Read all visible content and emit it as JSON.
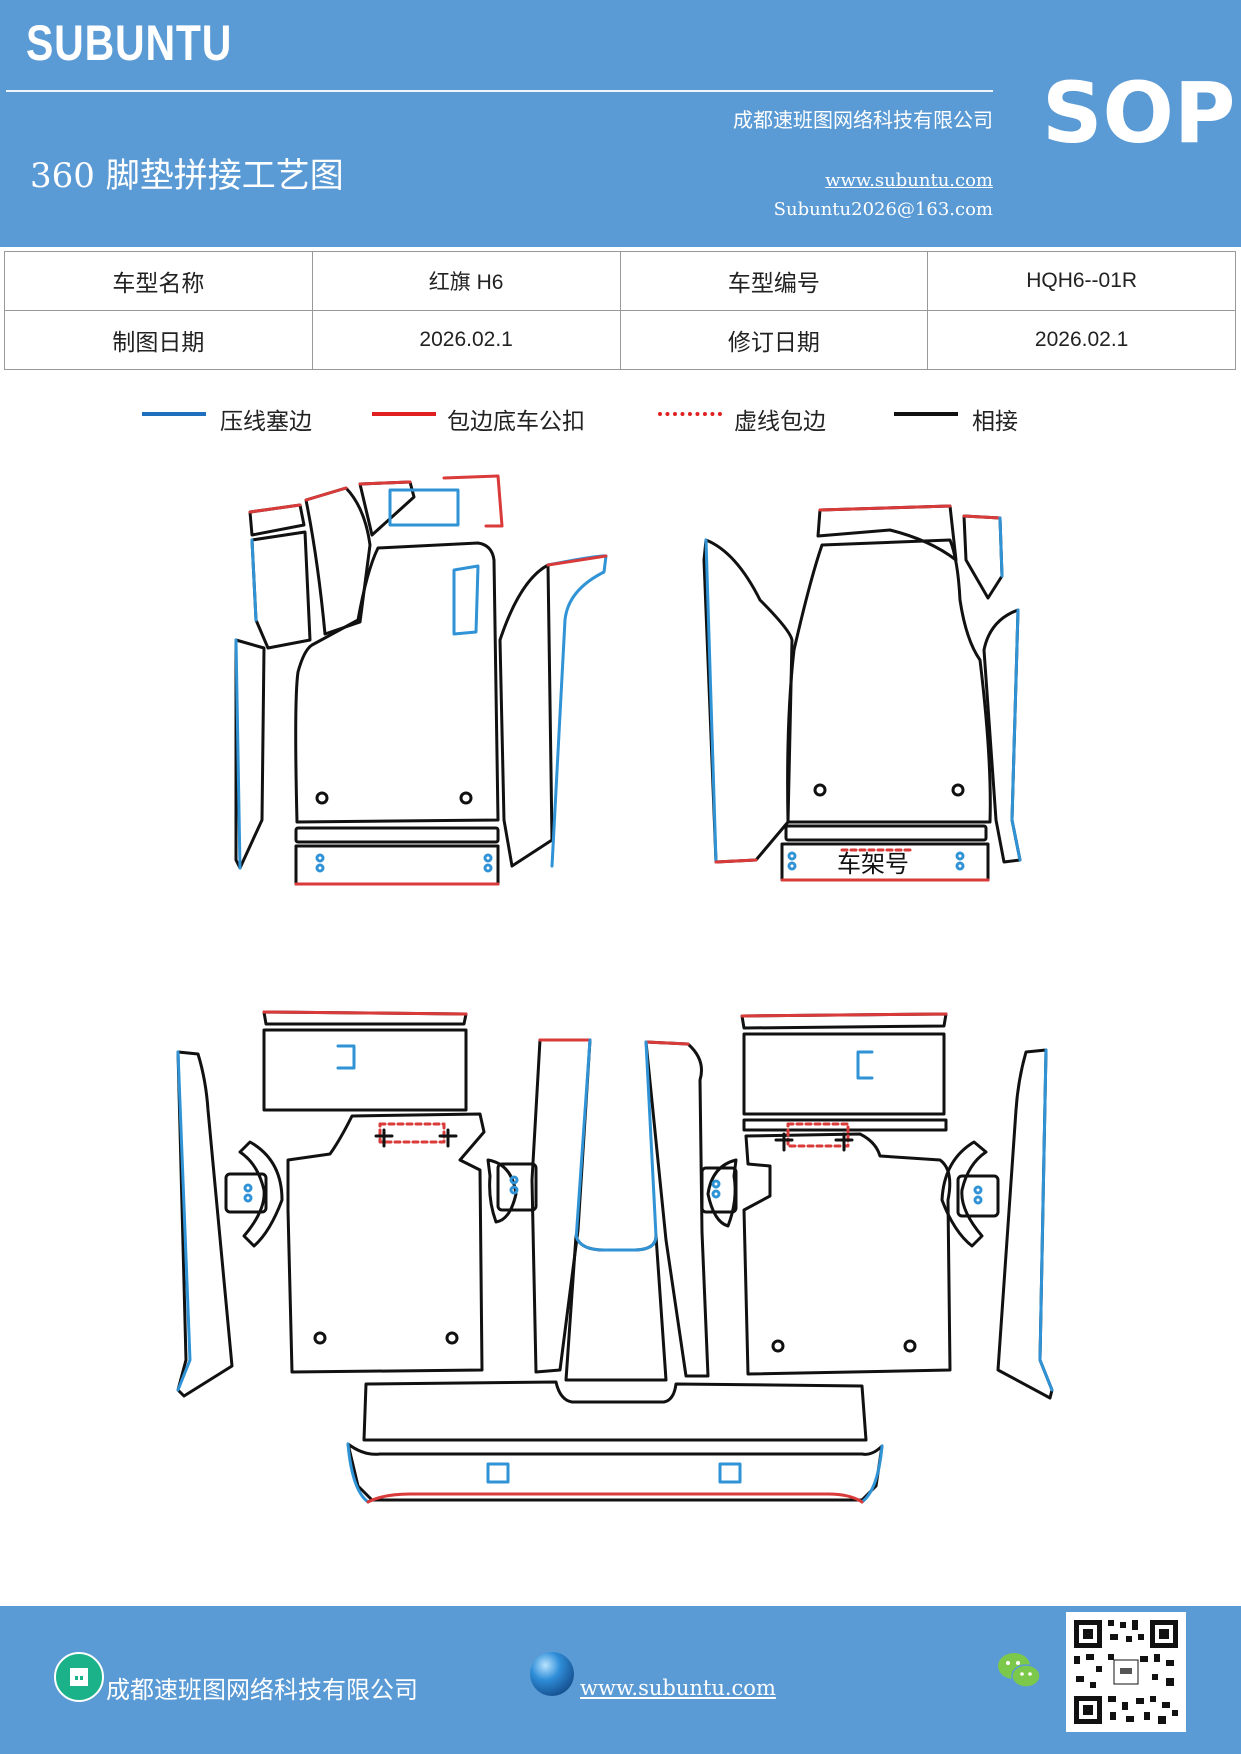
{
  "header": {
    "brand": "SUBUNTU",
    "title": "360 脚垫拼接工艺图",
    "company": "成都速班图网络科技有限公司",
    "website": "www.subuntu.com",
    "email": "Subuntu2026@163.com",
    "badge": "SOP"
  },
  "info": {
    "model_name_label": "车型名称",
    "model_name": "红旗 H6",
    "model_code_label": "车型编号",
    "model_code": "HQH6--01R",
    "draw_date_label": "制图日期",
    "draw_date": "2026.02.1",
    "revise_date_label": "修订日期",
    "revise_date": "2026.02.1"
  },
  "legend": [
    {
      "label": "压线塞边",
      "color": "#1f6fbf",
      "style": "solid"
    },
    {
      "label": "包边底车公扣",
      "color": "#e02020",
      "style": "solid"
    },
    {
      "label": "虚线包边",
      "color": "#e02020",
      "style": "dashed"
    },
    {
      "label": "相接",
      "color": "#111111",
      "style": "solid"
    }
  ],
  "drawing": {
    "frame_label": "车架号",
    "blue": "#2f93d6",
    "red": "#d93a3a",
    "black": "#111111"
  },
  "footer": {
    "company": "成都速班图网络科技有限公司",
    "website": "www.subuntu.com",
    "home_icon": "building-icon",
    "globe_icon": "globe-icon",
    "wechat_icon": "wechat-icon",
    "qr": "qr-code"
  }
}
